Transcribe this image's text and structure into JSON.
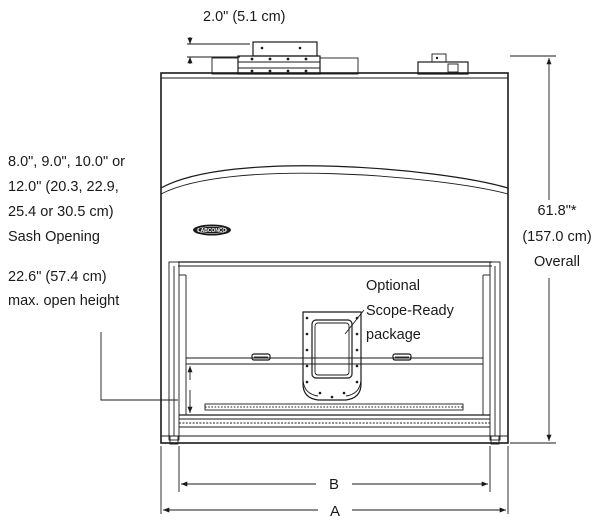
{
  "top_dimension": "2.0\" (5.1 cm)",
  "sash_opening": {
    "lines": [
      "8.0\", 9.0\", 10.0\" or",
      "12.0\" (20.3, 22.9,",
      "25.4 or 30.5 cm)",
      "Sash Opening"
    ]
  },
  "max_open_height": {
    "lines": [
      "22.6\" (57.4 cm)",
      "max. open height"
    ]
  },
  "scope_ready": {
    "lines": [
      "Optional",
      "Scope-Ready",
      "package"
    ]
  },
  "overall_height": {
    "lines": [
      "61.8\"*",
      "(157.0 cm)",
      "Overall"
    ]
  },
  "width_b": "B",
  "width_a": "A",
  "logo_text": "LABCONCO"
}
